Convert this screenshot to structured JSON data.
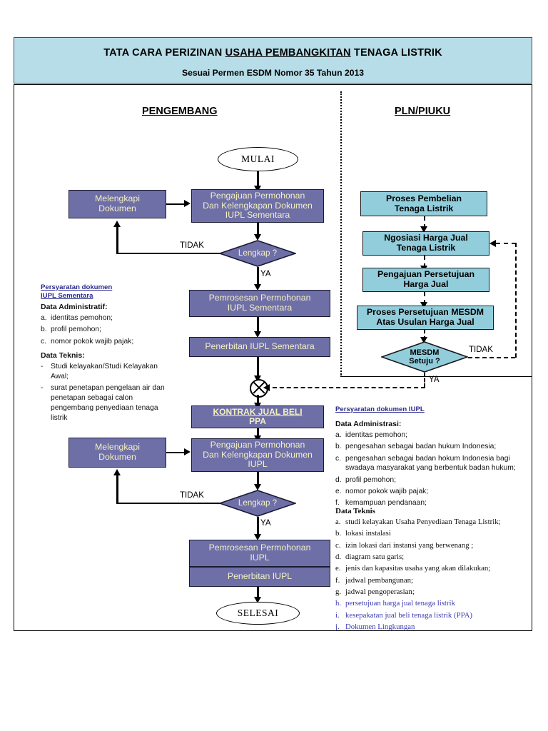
{
  "header": {
    "title_pre": "TATA CARA PERIZINAN ",
    "title_em": "USAHA PEMBANGKITAN",
    "title_post": " TENAGA LISTRIK",
    "subtitle": "Sesuai Permen ESDM Nomor 35 Tahun 2013",
    "bg_color": "#b7dde8"
  },
  "lanes": {
    "left_caption": "PENGEMBANG",
    "right_caption": "PLN/PIUKU"
  },
  "colors": {
    "purple_node": "#6f6fa8",
    "purple_text": "#f2f0c2",
    "blue_node": "#92cddc",
    "blue_text": "#000000",
    "side_heading": "#2b2b8f"
  },
  "flow_left": {
    "start": "MULAI",
    "fix_docs_1": "Melengkapi\nDokumen",
    "submit_1_l1": "Pengajuan Permohonan",
    "submit_1_l2": "Dan Kelengkapan Dokumen",
    "submit_1_l3": "IUPL Sementara",
    "decision_1": "Lengkap ?",
    "decision_1_no": "TIDAK",
    "decision_1_yes": "YA",
    "process_1_l1": "Pemrosesan Permohonan",
    "process_1_l2": "IUPL Sementara",
    "issue_1": "Penerbitan IUPL Sementara",
    "contract_l1": "KONTRAK JUAL BELI",
    "contract_l2": "PPA",
    "fix_docs_2": "Melengkapi\nDokumen",
    "submit_2_l1": "Pengajuan Permohonan",
    "submit_2_l2": "Dan Kelengkapan Dokumen",
    "submit_2_l3": "IUPL",
    "decision_2": "Lengkap ?",
    "decision_2_no": "TIDAK",
    "decision_2_yes": "YA",
    "process_2_l1": "Pemrosesan Permohonan",
    "process_2_l2": "IUPL",
    "issue_2": "Penerbitan IUPL",
    "end": "SELESAI"
  },
  "flow_right": {
    "buy_l1": "Proses Pembelian",
    "buy_l2": "Tenaga Listrik",
    "nego_l1": "Ngosiasi Harga Jual",
    "nego_l2": "Tenaga Listrik",
    "apply_l1": "Pengajuan Persetujuan",
    "apply_l2": "Harga Jual",
    "approve_l1": "Proses Persetujuan MESDM",
    "approve_l2": "Atas Usulan Harga Jual",
    "decision_l1": "MESDM",
    "decision_l2": "Setuju ?",
    "decision_no": "TIDAK",
    "decision_yes": "YA"
  },
  "side_left": {
    "heading_l1": "Persyaratan dokumen",
    "heading_l2": "IUPL Sementara",
    "admin_title": "Data Administratif:",
    "admin_items": [
      {
        "mark": "a.",
        "text": "identitas pemohon;"
      },
      {
        "mark": "b.",
        "text": "profil  pemohon;"
      },
      {
        "mark": "c.",
        "text": "nomor pokok wajib pajak;"
      }
    ],
    "tech_title": "Data  Teknis:",
    "tech_items": [
      {
        "mark": "-",
        "text": "Studi kelayakan/Studi Kelayakan Awal;"
      },
      {
        "mark": "-",
        "text": "surat penetapan pengelaan air dan penetapan sebagai calon pengembang penyediaan tenaga listrik"
      }
    ]
  },
  "side_right": {
    "heading": "Persyaratan dokumen IUPL",
    "admin_title": "Data Administrasi:",
    "admin_items": [
      {
        "mark": "a.",
        "text": "identitas pemohon;"
      },
      {
        "mark": "b.",
        "text": "pengesahan sebagai badan hukum Indonesia;"
      },
      {
        "mark": "c.",
        "text": "pengesahan sebagai badan hokum Indonesia bagi swadaya masyarakat yang berbentuk badan hukum;"
      },
      {
        "mark": "d.",
        "text": "profil pemohon;"
      },
      {
        "mark": "e.",
        "text": "nomor pokok wajib pajak;"
      },
      {
        "mark": "f.",
        "text": "kemampuan pendanaan;"
      }
    ],
    "tech_title": "Data  Teknis",
    "tech_items": [
      {
        "mark": "a.",
        "text": "studi kelayakan Usaha Penyediaan Tenaga Listrik;",
        "accent": false
      },
      {
        "mark": "b.",
        "text": "lokasi instalasi",
        "accent": false
      },
      {
        "mark": "c.",
        "text": "izin lokasi dari instansi yang berwenang ;",
        "accent": false
      },
      {
        "mark": "d.",
        "text": "diagram satu garis;",
        "accent": false
      },
      {
        "mark": "e.",
        "text": "jenis dan kapasitas usaha yang akan dilakukan;",
        "accent": false
      },
      {
        "mark": "f.",
        "text": "jadwal pembangunan;",
        "accent": false
      },
      {
        "mark": "g.",
        "text": "jadwal pengoperasian;",
        "accent": false
      },
      {
        "mark": "h.",
        "text": "persetujuan harga jual tenaga listrik",
        "accent": true
      },
      {
        "mark": "i.",
        "text": "kesepakatan jual beli tenaga listrik (PPA)",
        "accent": true
      },
      {
        "mark": "j.",
        "text": "Dokumen Lingkungan",
        "accent": true
      }
    ]
  }
}
